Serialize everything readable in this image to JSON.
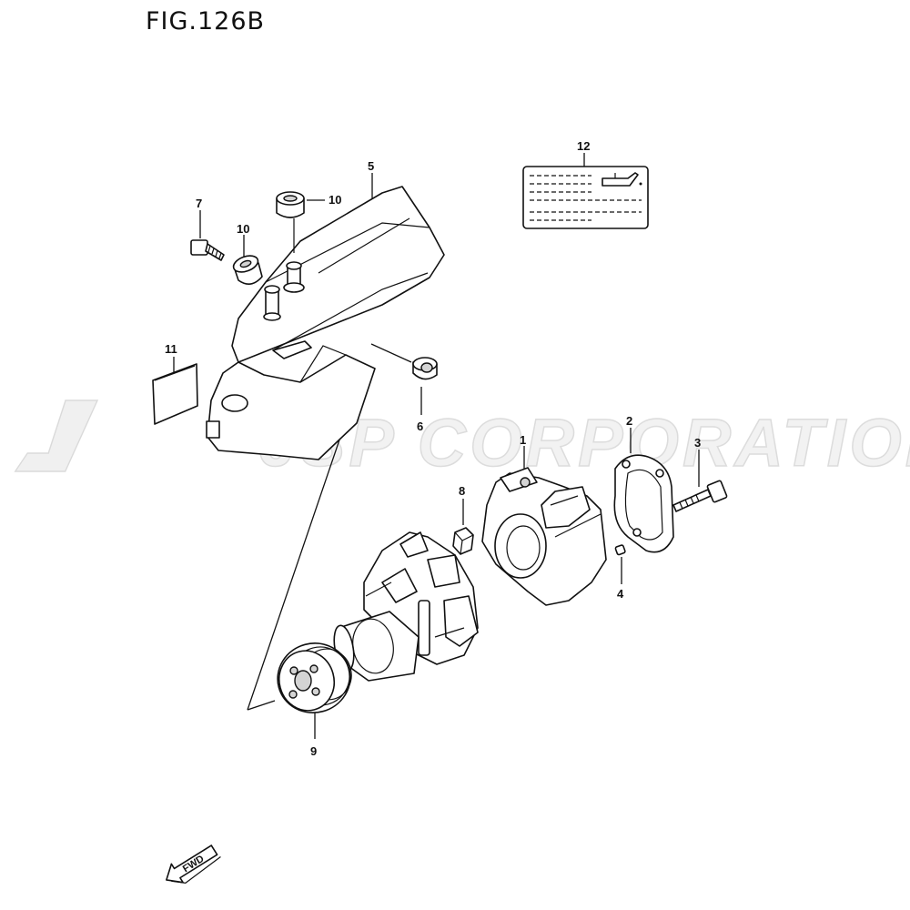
{
  "figure": {
    "title": "FIG.126B"
  },
  "watermark": {
    "text": "JSP CORPORATION"
  },
  "callouts": [
    {
      "id": "c1",
      "label": "1"
    },
    {
      "id": "c2",
      "label": "2"
    },
    {
      "id": "c3",
      "label": "3"
    },
    {
      "id": "c4",
      "label": "4"
    },
    {
      "id": "c5",
      "label": "5"
    },
    {
      "id": "c6",
      "label": "6"
    },
    {
      "id": "c7",
      "label": "7"
    },
    {
      "id": "c8",
      "label": "8"
    },
    {
      "id": "c9",
      "label": "9"
    },
    {
      "id": "c10a",
      "label": "10"
    },
    {
      "id": "c10b",
      "label": "10"
    },
    {
      "id": "c11",
      "label": "11"
    },
    {
      "id": "c12",
      "label": "12"
    }
  ],
  "fwd_arrow": {
    "label": "FWD"
  }
}
